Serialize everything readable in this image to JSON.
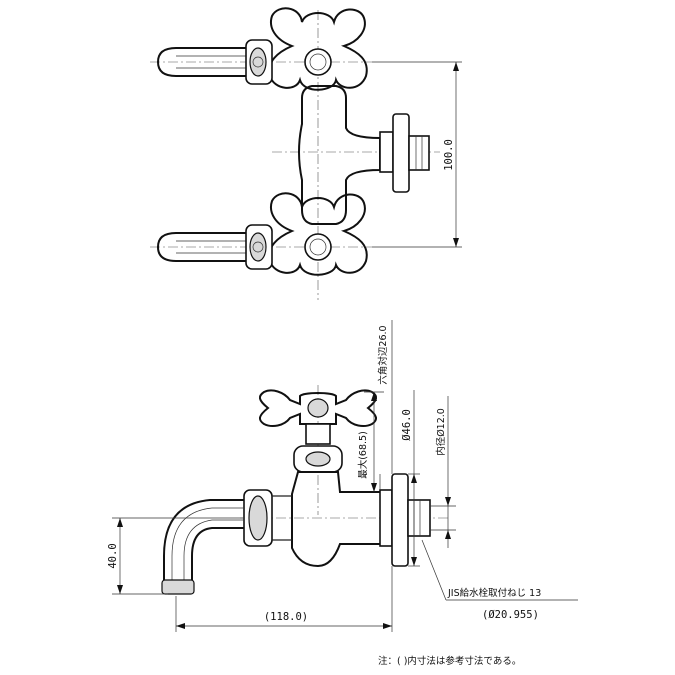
{
  "dimensions": {
    "height_total": "100.0",
    "hex_across_flats": "六角対辺26.0",
    "handle_diameter": "Ø46.0",
    "max_height": "最大(68.5)",
    "inner_diameter": "内径Ø12.0",
    "spout_height": "40.0",
    "spout_length": "(118.0)"
  },
  "callout": {
    "thread_label": "JIS給水栓取付ねじ 13",
    "thread_diameter": "(Ø20.955)"
  },
  "note": "注：( )内寸法は参考寸法である。"
}
